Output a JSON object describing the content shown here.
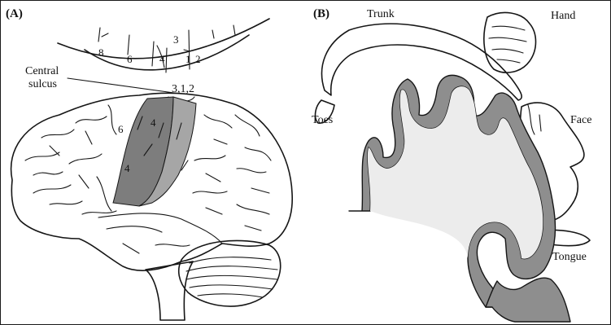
{
  "panel_a": {
    "label": "(A)",
    "central_sulcus_label": [
      "Central",
      "sulcus"
    ],
    "sulcus_areas_label": "3,1,2",
    "strip_area_labels": [
      "8",
      "6",
      "4",
      "3",
      "1",
      "2"
    ],
    "lateral_area_labels": [
      "6",
      "4",
      "4"
    ]
  },
  "panel_b": {
    "label": "(B)",
    "body_part_labels": {
      "trunk": "Trunk",
      "hand": "Hand",
      "toes": "Toes",
      "face": "Face",
      "tongue": "Tongue"
    }
  },
  "colors": {
    "cortex_shading": "#8e8e8e",
    "motor_strip": "#7d7d7d",
    "sensory_strip": "#a6a6a6",
    "line": "#161616"
  }
}
